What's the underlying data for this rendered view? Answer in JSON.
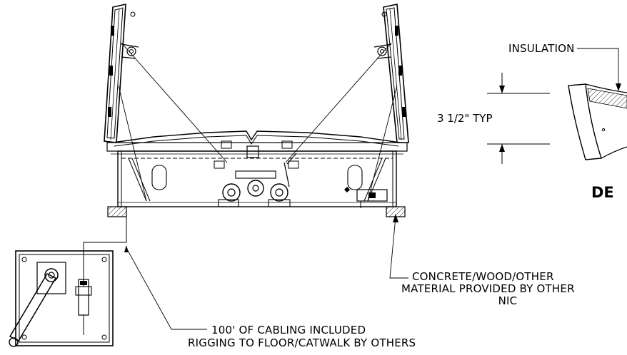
{
  "labels": {
    "insulation": "INSULATION",
    "thickness": "3 1/2\" TYP",
    "detail_title": "DE",
    "support_line1": "CONCRETE/WOOD/OTHER",
    "support_line2": "MATERIAL PROVIDED BY OTHER",
    "support_line3": "NIC",
    "cabling_line1": "100' OF CABLING INCLUDED",
    "cabling_line2": "RIGGING TO FLOOR/CATWALK BY OTHERS"
  }
}
